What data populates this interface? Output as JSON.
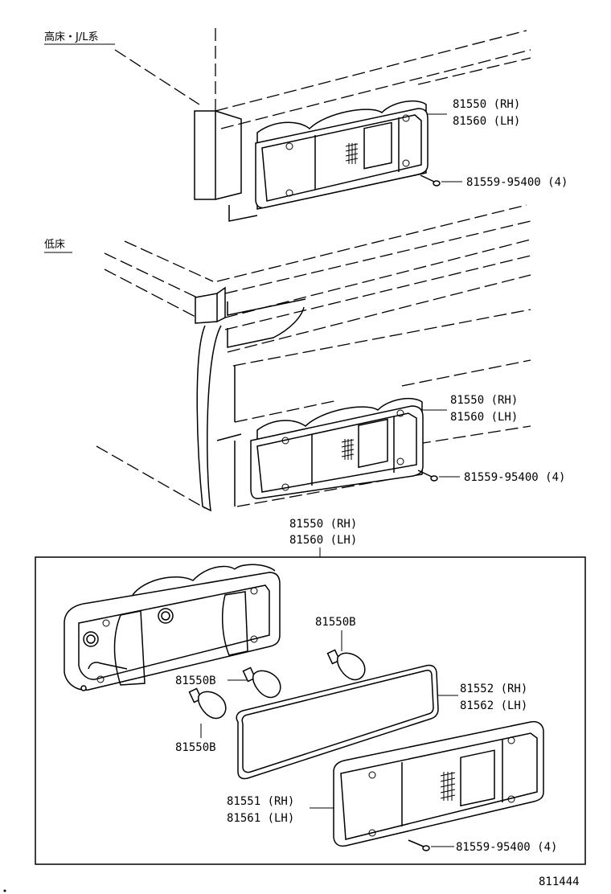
{
  "sections": {
    "high_floor": "高床・J/L系",
    "low_floor": "低床"
  },
  "top": {
    "lamp_rh": "81550 (RH)",
    "lamp_lh": "81560 (LH)",
    "screw": "81559-95400 (4)"
  },
  "middle": {
    "lamp_rh": "81550 (RH)",
    "lamp_lh": "81560 (LH)",
    "screw": "81559-95400 (4)"
  },
  "detail": {
    "lamp_rh": "81550 (RH)",
    "lamp_lh": "81560 (LH)",
    "bulb_a": "81550B",
    "bulb_b": "81550B",
    "bulb_c": "81550B",
    "gasket_rh": "81552 (RH)",
    "gasket_lh": "81562 (LH)",
    "lens_rh": "81551 (RH)",
    "lens_lh": "81561 (LH)",
    "screw": "81559-95400 (4)"
  },
  "figure_number": "811444"
}
